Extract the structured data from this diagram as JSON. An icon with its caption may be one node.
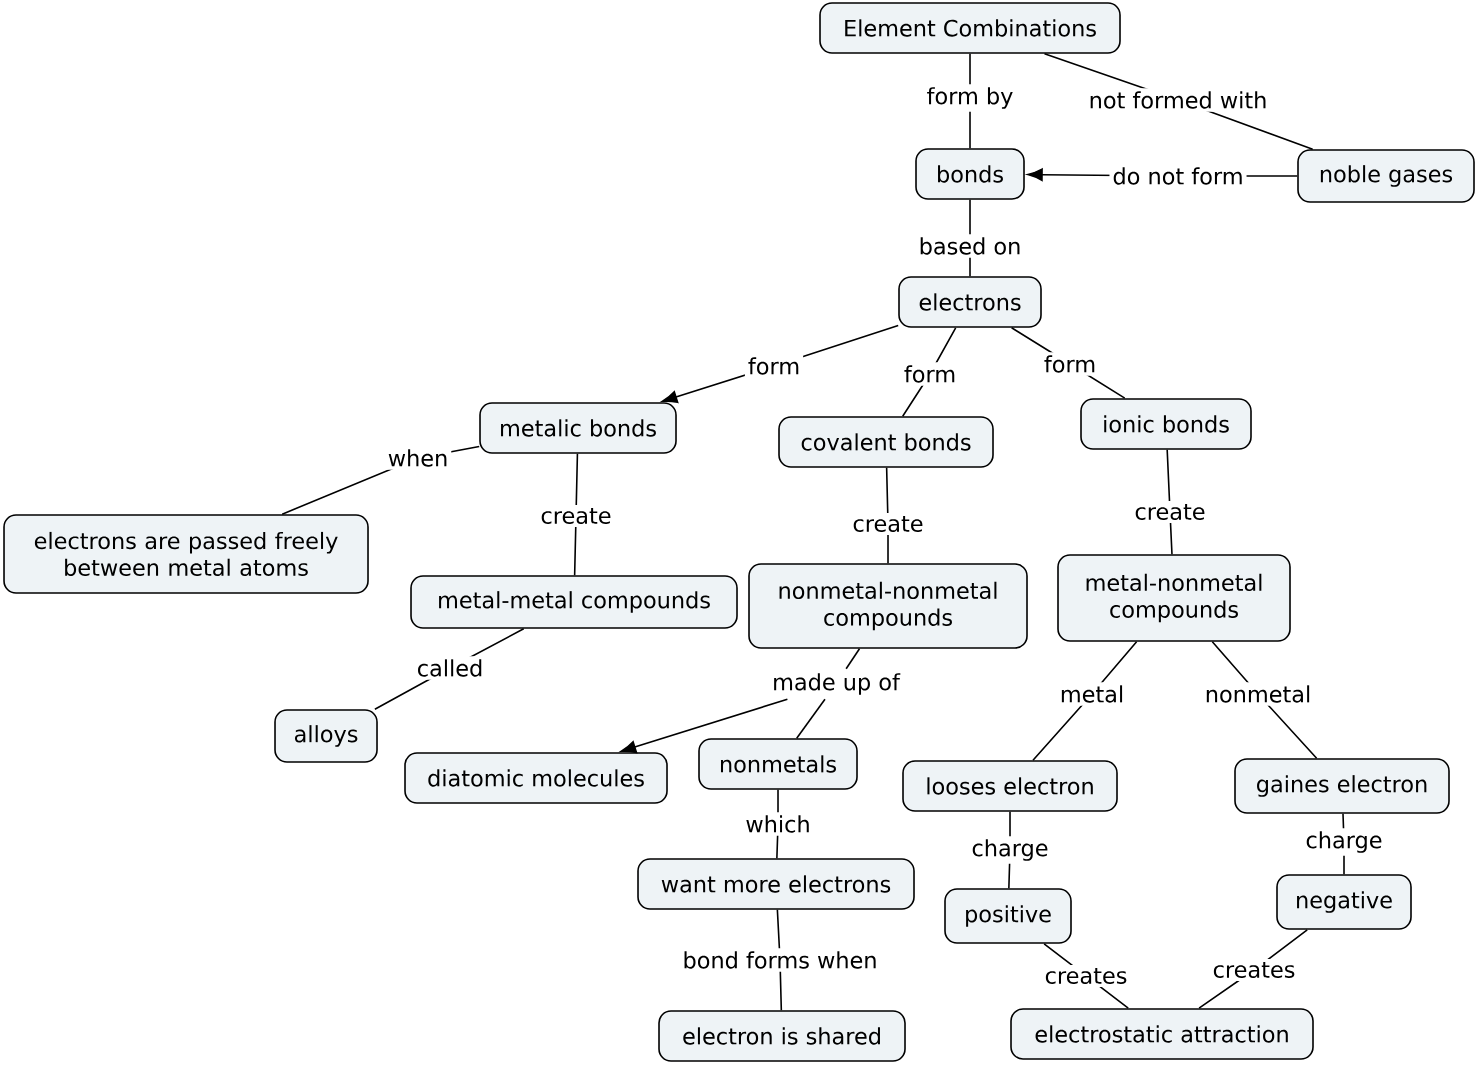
{
  "diagram": {
    "nodes": [
      {
        "text": [
          "Element Combinations"
        ]
      },
      {
        "text": [
          "bonds"
        ]
      },
      {
        "text": [
          "noble gases"
        ]
      },
      {
        "text": [
          "electrons"
        ]
      },
      {
        "text": [
          "metalic bonds"
        ]
      },
      {
        "text": [
          "covalent bonds"
        ]
      },
      {
        "text": [
          "ionic bonds"
        ]
      },
      {
        "text": [
          "electrons are passed freely between metal atoms"
        ]
      },
      {
        "text": [
          "metal-metal compounds"
        ]
      },
      {
        "text": [
          "nonmetal-nonmetal compounds"
        ]
      },
      {
        "text": [
          "metal-nonmetal compounds"
        ]
      },
      {
        "text": [
          "made up of"
        ]
      },
      {
        "text": [
          "alloys"
        ]
      },
      {
        "text": [
          "diatomic molecules"
        ]
      },
      {
        "text": [
          "nonmetals"
        ]
      },
      {
        "text": [
          "looses electron"
        ]
      },
      {
        "text": [
          "gaines electron"
        ]
      },
      {
        "text": [
          "want more electrons"
        ]
      },
      {
        "text": [
          "positive"
        ]
      },
      {
        "text": [
          "negative"
        ]
      },
      {
        "text": [
          "electron is shared"
        ]
      },
      {
        "text": [
          "electrostatic attraction"
        ]
      }
    ],
    "edges": [
      {
        "from": 0,
        "to": 1,
        "arrow": "none",
        "label": "form by"
      },
      {
        "from": 0,
        "to": 2,
        "arrow": "none",
        "label": "not formed with"
      },
      {
        "from": 2,
        "to": 1,
        "arrow": "to",
        "label": "do not form"
      },
      {
        "from": 1,
        "to": 3,
        "arrow": "none",
        "label": "based on"
      },
      {
        "from": 3,
        "to": 4,
        "arrow": "to",
        "label": "form"
      },
      {
        "from": 3,
        "to": 5,
        "arrow": "none",
        "label": "form"
      },
      {
        "from": 3,
        "to": 6,
        "arrow": "none",
        "label": "form"
      },
      {
        "from": 4,
        "to": 7,
        "arrow": "none",
        "label": "when"
      },
      {
        "from": 4,
        "to": 8,
        "arrow": "none",
        "label": "create"
      },
      {
        "from": 5,
        "to": 9,
        "arrow": "none",
        "label": "create"
      },
      {
        "from": 6,
        "to": 10,
        "arrow": "none",
        "label": "create"
      },
      {
        "from": 8,
        "to": 12,
        "arrow": "none",
        "label": "called"
      },
      {
        "from": 9,
        "to": 11,
        "arrow": "none"
      },
      {
        "from": 11,
        "to": 13,
        "arrow": "to"
      },
      {
        "from": 11,
        "to": 14,
        "arrow": "none"
      },
      {
        "from": 10,
        "to": 15,
        "arrow": "none",
        "label": "metal"
      },
      {
        "from": 10,
        "to": 16,
        "arrow": "none",
        "label": "nonmetal"
      },
      {
        "from": 14,
        "to": 17,
        "arrow": "none",
        "label": "which"
      },
      {
        "from": 15,
        "to": 18,
        "arrow": "none",
        "label": "charge"
      },
      {
        "from": 16,
        "to": 19,
        "arrow": "none",
        "label": "charge"
      },
      {
        "from": 17,
        "to": 20,
        "arrow": "none",
        "label": "bond forms when"
      },
      {
        "from": 18,
        "to": 21,
        "arrow": "none",
        "label": "creates"
      },
      {
        "from": 19,
        "to": 21,
        "arrow": "none",
        "label": "creates"
      }
    ]
  }
}
